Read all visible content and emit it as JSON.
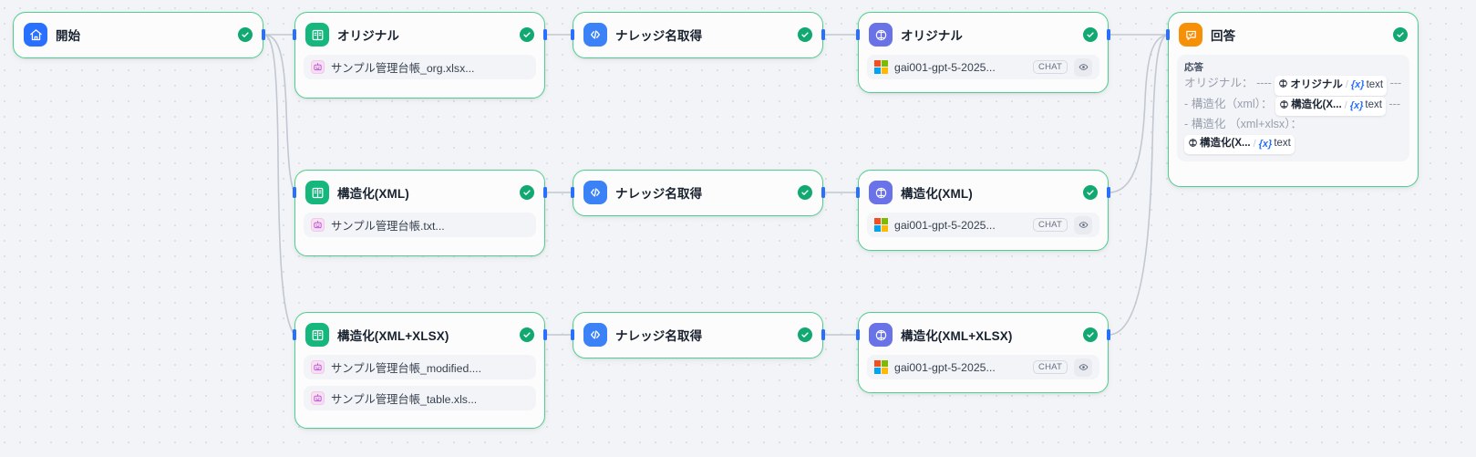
{
  "app": {
    "canvas_background": "#f2f4f7",
    "node_border_color": "#4ecf8f",
    "accent_color": "#2970ff",
    "success_color": "#12a871"
  },
  "nodes": {
    "start": {
      "title": "開始",
      "icon": "home-icon",
      "icon_color": "#2970ff",
      "status": "success"
    },
    "kr_original": {
      "title": "オリジナル",
      "icon": "knowledge-retrieval-icon",
      "icon_color": "#15b77d",
      "status": "success",
      "datasets": [
        {
          "name": "サンプル管理台帳_org.xlsx...",
          "icon": "knowledge-base-icon"
        }
      ]
    },
    "kr_xml": {
      "title": "構造化(XML)",
      "icon": "knowledge-retrieval-icon",
      "icon_color": "#15b77d",
      "status": "success",
      "datasets": [
        {
          "name": "サンプル管理台帳.txt...",
          "icon": "knowledge-base-icon"
        }
      ]
    },
    "kr_xmlxlsx": {
      "title": "構造化(XML+XLSX)",
      "icon": "knowledge-retrieval-icon",
      "icon_color": "#15b77d",
      "status": "success",
      "datasets": [
        {
          "name": "サンプル管理台帳_modified....",
          "icon": "knowledge-base-icon"
        },
        {
          "name": "サンプル管理台帳_table.xls...",
          "icon": "knowledge-base-icon"
        }
      ]
    },
    "code_1": {
      "title": "ナレッジ名取得",
      "icon": "code-icon",
      "icon_color": "#3b82f6",
      "status": "success"
    },
    "code_2": {
      "title": "ナレッジ名取得",
      "icon": "code-icon",
      "icon_color": "#3b82f6",
      "status": "success"
    },
    "code_3": {
      "title": "ナレッジ名取得",
      "icon": "code-icon",
      "icon_color": "#3b82f6",
      "status": "success"
    },
    "llm_original": {
      "title": "オリジナル",
      "icon": "llm-icon",
      "icon_color": "#6a72e8",
      "status": "success",
      "model": {
        "provider_icon": "microsoft-azure-icon",
        "name": "gai001-gpt-5-2025...",
        "mode_tag": "CHAT",
        "eye_icon": "eye-icon"
      }
    },
    "llm_xml": {
      "title": "構造化(XML)",
      "icon": "llm-icon",
      "icon_color": "#6a72e8",
      "status": "success",
      "model": {
        "provider_icon": "microsoft-azure-icon",
        "name": "gai001-gpt-5-2025...",
        "mode_tag": "CHAT",
        "eye_icon": "eye-icon"
      }
    },
    "llm_xmlxlsx": {
      "title": "構造化(XML+XLSX)",
      "icon": "llm-icon",
      "icon_color": "#6a72e8",
      "status": "success",
      "model": {
        "provider_icon": "microsoft-azure-icon",
        "name": "gai001-gpt-5-2025...",
        "mode_tag": "CHAT",
        "eye_icon": "eye-icon"
      }
    },
    "answer": {
      "title": "回答",
      "icon": "answer-icon",
      "icon_color": "#f79009",
      "status": "success",
      "body_label": "応答",
      "segments": {
        "s1": "オリジナル：",
        "s2": "----",
        "s3": "----",
        "s4": "構造化（xml）：",
        "s5": "----",
        "s6": "構造化",
        "s7": "（xml+xlsx）："
      },
      "variables": [
        {
          "node": "オリジナル",
          "separator": "/",
          "prefix": "{x}",
          "field": "text"
        },
        {
          "node": "構造化(X...",
          "separator": "/",
          "prefix": "{x}",
          "field": "text"
        },
        {
          "node": "構造化(X...",
          "separator": "/",
          "prefix": "{x}",
          "field": "text"
        }
      ]
    }
  }
}
